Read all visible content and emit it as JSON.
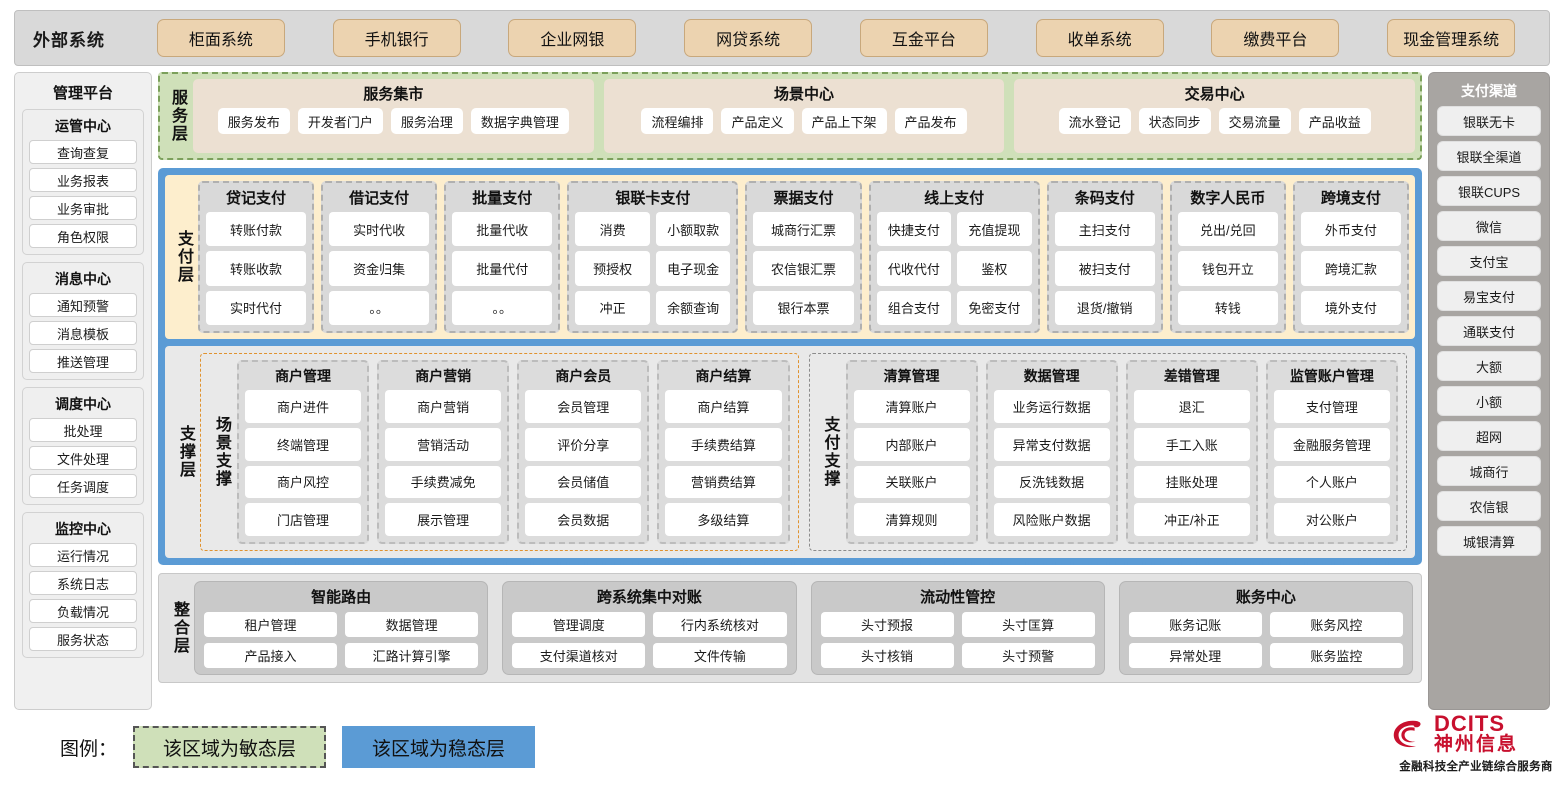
{
  "external": {
    "title": "外部系统",
    "items": [
      "柜面系统",
      "手机银行",
      "企业网银",
      "网贷系统",
      "互金平台",
      "收单系统",
      "缴费平台",
      "现金管理系统"
    ]
  },
  "admin": {
    "title": "管理平台",
    "groups": [
      {
        "title": "运管中心",
        "items": [
          "查询查复",
          "业务报表",
          "业务审批",
          "角色权限"
        ]
      },
      {
        "title": "消息中心",
        "items": [
          "通知预警",
          "消息模板",
          "推送管理"
        ]
      },
      {
        "title": "调度中心",
        "items": [
          "批处理",
          "文件处理",
          "任务调度"
        ]
      },
      {
        "title": "监控中心",
        "items": [
          "运行情况",
          "系统日志",
          "负载情况",
          "服务状态"
        ]
      }
    ]
  },
  "channels": {
    "title": "支付渠道",
    "items": [
      "银联无卡",
      "银联全渠道",
      "银联CUPS",
      "微信",
      "支付宝",
      "易宝支付",
      "通联支付",
      "大额",
      "小额",
      "超网",
      "城商行",
      "农信银",
      "城银清算"
    ]
  },
  "service_layer": {
    "label": "服务层",
    "groups": [
      {
        "title": "服务集市",
        "items": [
          "服务发布",
          "开发者门户",
          "服务治理",
          "数据字典管理"
        ]
      },
      {
        "title": "场景中心",
        "items": [
          "流程编排",
          "产品定义",
          "产品上下架",
          "产品发布"
        ]
      },
      {
        "title": "交易中心",
        "items": [
          "流水登记",
          "状态同步",
          "交易流量",
          "产品收益"
        ]
      }
    ]
  },
  "payment_layer": {
    "label": "支付层",
    "groups": [
      {
        "title": "贷记支付",
        "cols": 1,
        "rows": [
          [
            "转账付款"
          ],
          [
            "转账收款"
          ],
          [
            "实时代付"
          ]
        ]
      },
      {
        "title": "借记支付",
        "cols": 1,
        "rows": [
          [
            "实时代收"
          ],
          [
            "资金归集"
          ],
          [
            "。。"
          ]
        ]
      },
      {
        "title": "批量支付",
        "cols": 1,
        "rows": [
          [
            "批量代收"
          ],
          [
            "批量代付"
          ],
          [
            "。。"
          ]
        ]
      },
      {
        "title": "银联卡支付",
        "cols": 2,
        "rows": [
          [
            "消费",
            "小额取款"
          ],
          [
            "预授权",
            "电子现金"
          ],
          [
            "冲正",
            "余额查询"
          ]
        ]
      },
      {
        "title": "票据支付",
        "cols": 1,
        "rows": [
          [
            "城商行汇票"
          ],
          [
            "农信银汇票"
          ],
          [
            "银行本票"
          ]
        ]
      },
      {
        "title": "线上支付",
        "cols": 2,
        "rows": [
          [
            "快捷支付",
            "充值提现"
          ],
          [
            "代收代付",
            "鉴权"
          ],
          [
            "组合支付",
            "免密支付"
          ]
        ]
      },
      {
        "title": "条码支付",
        "cols": 1,
        "rows": [
          [
            "主扫支付"
          ],
          [
            "被扫支付"
          ],
          [
            "退货/撤销"
          ]
        ]
      },
      {
        "title": "数字人民币",
        "cols": 1,
        "rows": [
          [
            "兑出/兑回"
          ],
          [
            "钱包开立"
          ],
          [
            "转钱"
          ]
        ]
      },
      {
        "title": "跨境支付",
        "cols": 1,
        "rows": [
          [
            "外币支付"
          ],
          [
            "跨境汇款"
          ],
          [
            "境外支付"
          ]
        ]
      }
    ]
  },
  "support_layer": {
    "label": "支撑层",
    "zones": [
      {
        "label": "场景支撑",
        "cards": [
          {
            "title": "商户管理",
            "items": [
              "商户进件",
              "终端管理",
              "商户风控",
              "门店管理"
            ]
          },
          {
            "title": "商户营销",
            "items": [
              "商户营销",
              "营销活动",
              "手续费减免",
              "展示管理"
            ]
          },
          {
            "title": "商户会员",
            "items": [
              "会员管理",
              "评价分享",
              "会员储值",
              "会员数据"
            ]
          },
          {
            "title": "商户结算",
            "items": [
              "商户结算",
              "手续费结算",
              "营销费结算",
              "多级结算"
            ]
          }
        ]
      },
      {
        "label": "支付支撑",
        "cards": [
          {
            "title": "清算管理",
            "items": [
              "清算账户",
              "内部账户",
              "关联账户",
              "清算规则"
            ]
          },
          {
            "title": "数据管理",
            "items": [
              "业务运行数据",
              "异常支付数据",
              "反洗钱数据",
              "风险账户数据"
            ]
          },
          {
            "title": "差错管理",
            "items": [
              "退汇",
              "手工入账",
              "挂账处理",
              "冲正/补正"
            ]
          },
          {
            "title": "监管账户管理",
            "items": [
              "支付管理",
              "金融服务管理",
              "个人账户",
              "对公账户"
            ]
          }
        ]
      }
    ]
  },
  "integration_layer": {
    "label": "整合层",
    "cards": [
      {
        "title": "智能路由",
        "rows": [
          [
            "租户管理",
            "数据管理"
          ],
          [
            "产品接入",
            "汇路计算引擎"
          ]
        ]
      },
      {
        "title": "跨系统集中对账",
        "rows": [
          [
            "管理调度",
            "行内系统核对"
          ],
          [
            "支付渠道核对",
            "文件传输"
          ]
        ]
      },
      {
        "title": "流动性管控",
        "rows": [
          [
            "头寸预报",
            "头寸匡算"
          ],
          [
            "头寸核销",
            "头寸预警"
          ]
        ]
      },
      {
        "title": "账务中心",
        "rows": [
          [
            "账务记账",
            "账务风控"
          ],
          [
            "异常处理",
            "账务监控"
          ]
        ]
      }
    ]
  },
  "legend": {
    "label": "图例：",
    "agile": "该区域为敏态层",
    "stable": "该区域为稳态层",
    "agile_color": "#cfe0b9",
    "stable_color": "#5b9bd5"
  },
  "logo": {
    "en": "DCITS",
    "cn": "神州信息",
    "tagline": "金融科技全产业链综合服务商",
    "color": "#c8102e"
  }
}
